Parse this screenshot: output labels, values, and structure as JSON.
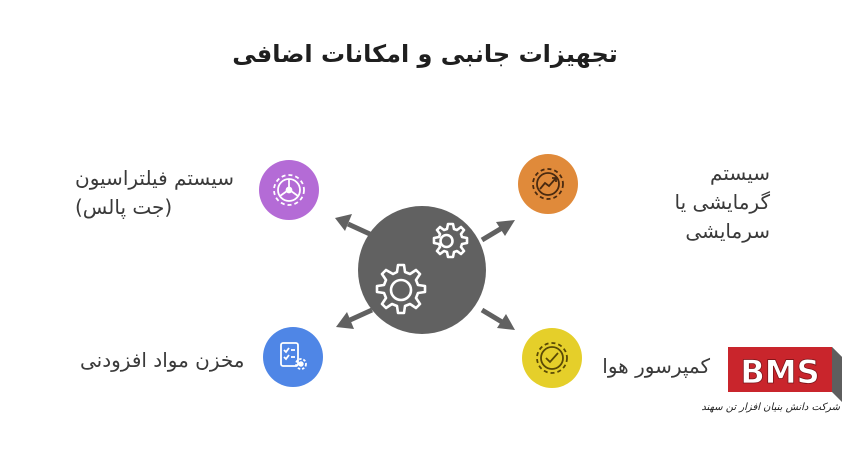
{
  "title": "تجهیزات جانبی و امکانات اضافی",
  "items": {
    "filtration": {
      "line1": "سیستم فیلتراسیون",
      "line2": "(جت پالس)",
      "color": "#b46bd6",
      "icon": "gear-steering-icon"
    },
    "heating": {
      "line1": "سیستم گرمایشی یا",
      "line2": "سرمایشی",
      "color": "#e08a3a",
      "icon": "gear-chart-icon"
    },
    "additive": {
      "line1": "مخزن مواد افزودنی",
      "color": "#4f86e6",
      "icon": "checklist-gear-icon"
    },
    "compressor": {
      "line1": "کمپرسور هوا",
      "color": "#e5cf2a",
      "icon": "gear-check-icon"
    }
  },
  "center": {
    "color": "#616161",
    "icon": "gears-icon"
  },
  "logo": {
    "letters": "BMS",
    "tagline": "شرکت دانش بنیان افزار تن سهند",
    "color": "#c9252c"
  }
}
